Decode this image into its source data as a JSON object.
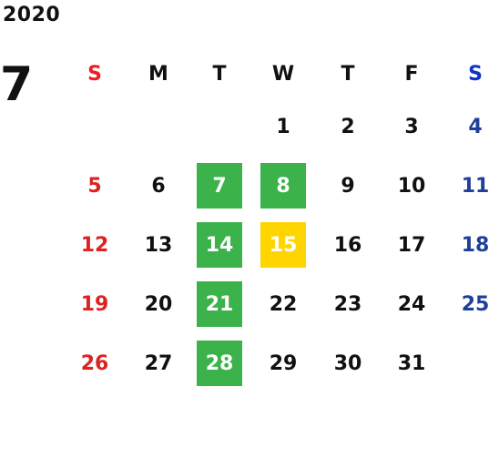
{
  "calendar": {
    "year": "2020",
    "month": "7",
    "weekdays": [
      "S",
      "M",
      "T",
      "W",
      "T",
      "F",
      "S"
    ],
    "colors": {
      "sunday": "#dd2222",
      "saturday": "#1f3f99",
      "weekday": "#111111",
      "green_highlight": "#3cb34a",
      "yellow_highlight": "#ffd500"
    },
    "weekday_header_colors": {
      "sunday": "#ee1c24",
      "saturday": "#1133cc"
    },
    "weeks": [
      [
        {
          "day": "",
          "hl": ""
        },
        {
          "day": "",
          "hl": ""
        },
        {
          "day": "",
          "hl": ""
        },
        {
          "day": "1",
          "hl": ""
        },
        {
          "day": "2",
          "hl": ""
        },
        {
          "day": "3",
          "hl": ""
        },
        {
          "day": "4",
          "hl": ""
        }
      ],
      [
        {
          "day": "5",
          "hl": ""
        },
        {
          "day": "6",
          "hl": ""
        },
        {
          "day": "7",
          "hl": "green"
        },
        {
          "day": "8",
          "hl": "green"
        },
        {
          "day": "9",
          "hl": ""
        },
        {
          "day": "10",
          "hl": ""
        },
        {
          "day": "11",
          "hl": ""
        }
      ],
      [
        {
          "day": "12",
          "hl": ""
        },
        {
          "day": "13",
          "hl": ""
        },
        {
          "day": "14",
          "hl": "green"
        },
        {
          "day": "15",
          "hl": "yellow"
        },
        {
          "day": "16",
          "hl": ""
        },
        {
          "day": "17",
          "hl": ""
        },
        {
          "day": "18",
          "hl": ""
        }
      ],
      [
        {
          "day": "19",
          "hl": ""
        },
        {
          "day": "20",
          "hl": ""
        },
        {
          "day": "21",
          "hl": "green"
        },
        {
          "day": "22",
          "hl": ""
        },
        {
          "day": "23",
          "hl": ""
        },
        {
          "day": "24",
          "hl": ""
        },
        {
          "day": "25",
          "hl": ""
        }
      ],
      [
        {
          "day": "26",
          "hl": ""
        },
        {
          "day": "27",
          "hl": ""
        },
        {
          "day": "28",
          "hl": "green"
        },
        {
          "day": "29",
          "hl": ""
        },
        {
          "day": "30",
          "hl": ""
        },
        {
          "day": "31",
          "hl": ""
        },
        {
          "day": "",
          "hl": ""
        }
      ]
    ]
  }
}
